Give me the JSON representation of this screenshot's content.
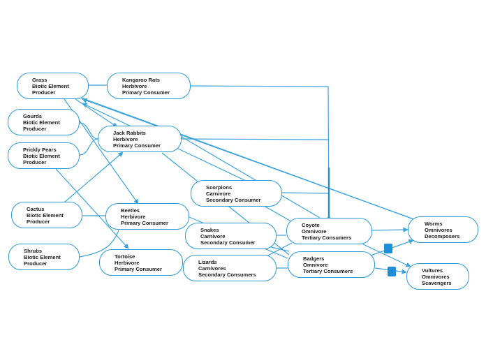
{
  "colors": {
    "line": "#3aa3dc",
    "border": "#2a9ad6",
    "marker": "#1e8ed6"
  },
  "nodes": {
    "grass": {
      "name": "Grass",
      "role": "Biotic Element",
      "type": "Producer"
    },
    "kangaroo_rats": {
      "name": "Kangaroo Rats",
      "role": "Herbivore",
      "type": "Primary Consumer"
    },
    "gourds": {
      "name": "Gourds",
      "role": "Biotic Element",
      "type": "Producer"
    },
    "jack_rabbits": {
      "name": "Jack Rabbits",
      "role": "Herbivore",
      "type": "Primary Consumer"
    },
    "prickly_pears": {
      "name": "Prickly Pears",
      "role": "Biotic Element",
      "type": "Producer"
    },
    "scorpions": {
      "name": "Scorpions",
      "role": "Carnivore",
      "type": "Secondary Consumer"
    },
    "cactus": {
      "name": "Cactus",
      "role": "Biotic Element",
      "type": "Producer"
    },
    "beetles": {
      "name": "Beetles",
      "role": "Herbivore",
      "type": "Primary Consumer"
    },
    "snakes": {
      "name": "Snakes",
      "role": "Carnivore",
      "type": "Secondary Consumer"
    },
    "coyote": {
      "name": "Coyote",
      "role": "Omnivore",
      "type": "Tertiary Consumers"
    },
    "worms": {
      "name": "Worms",
      "role": "Omnivores",
      "type": "Decomposers"
    },
    "shrubs": {
      "name": "Shrubs",
      "role": "Biotic Element",
      "type": "Producer"
    },
    "tortoise": {
      "name": "Tortoise",
      "role": "Herbivore",
      "type": "Primary Consumer"
    },
    "lizards": {
      "name": "Lizards",
      "role": "Carnivores",
      "type": "Secondary Consumers"
    },
    "badgers": {
      "name": "Badgers",
      "role": "Omnivore",
      "type": "Tertiary Consumers"
    },
    "vultures": {
      "name": "Vultures",
      "role": "Omnivores",
      "type": "Scavengers"
    }
  }
}
